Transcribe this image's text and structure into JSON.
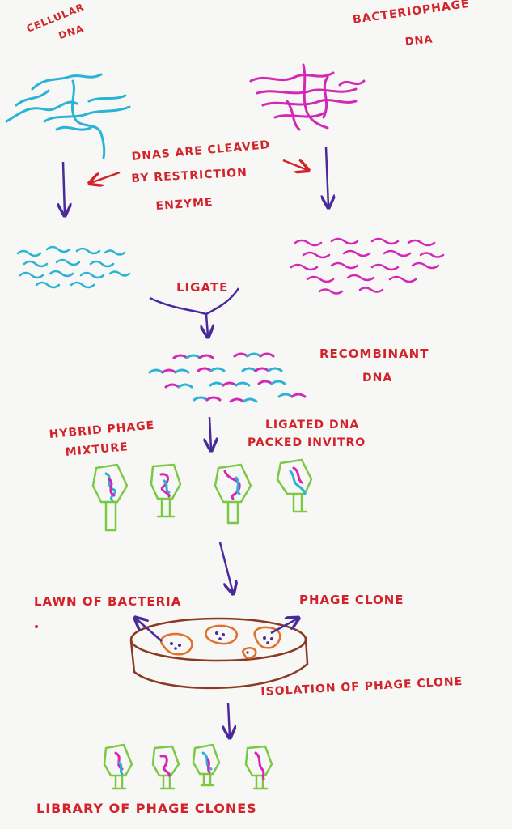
{
  "labels": {
    "cellular_dna_1": "CELLULAR",
    "cellular_dna_2": "DNA",
    "phage_dna_1": "BACTERIOPHAGE",
    "phage_dna_2": "DNA",
    "cleave_1": "DNAs ARE CLEAVED",
    "cleave_2": "BY RESTRICTION",
    "cleave_3": "ENZYME",
    "ligate": "LIGATE",
    "recombinant_1": "RECOMBINANT",
    "recombinant_2": "DNA",
    "hybrid_1": "HYBRID PHAGE",
    "hybrid_2": "MIXTURE",
    "packed_1": "LIGATED DNA",
    "packed_2": "PACKED INVITRO",
    "lawn": "LAWN OF BACTERIA",
    "phage_clone": "PHAGE CLONE",
    "isolation": "ISOLATION OF PHAGE CLONE",
    "library": "LIBRARY OF PHAGE CLONES"
  },
  "colors": {
    "label": "#d2232a",
    "cellular_strand": "#2bb3d6",
    "phage_strand": "#d327b5",
    "arrow": "#4a2a9a",
    "phage_body": "#7ac943",
    "plate": "#8a3a20",
    "plaque": "#e0702a"
  }
}
